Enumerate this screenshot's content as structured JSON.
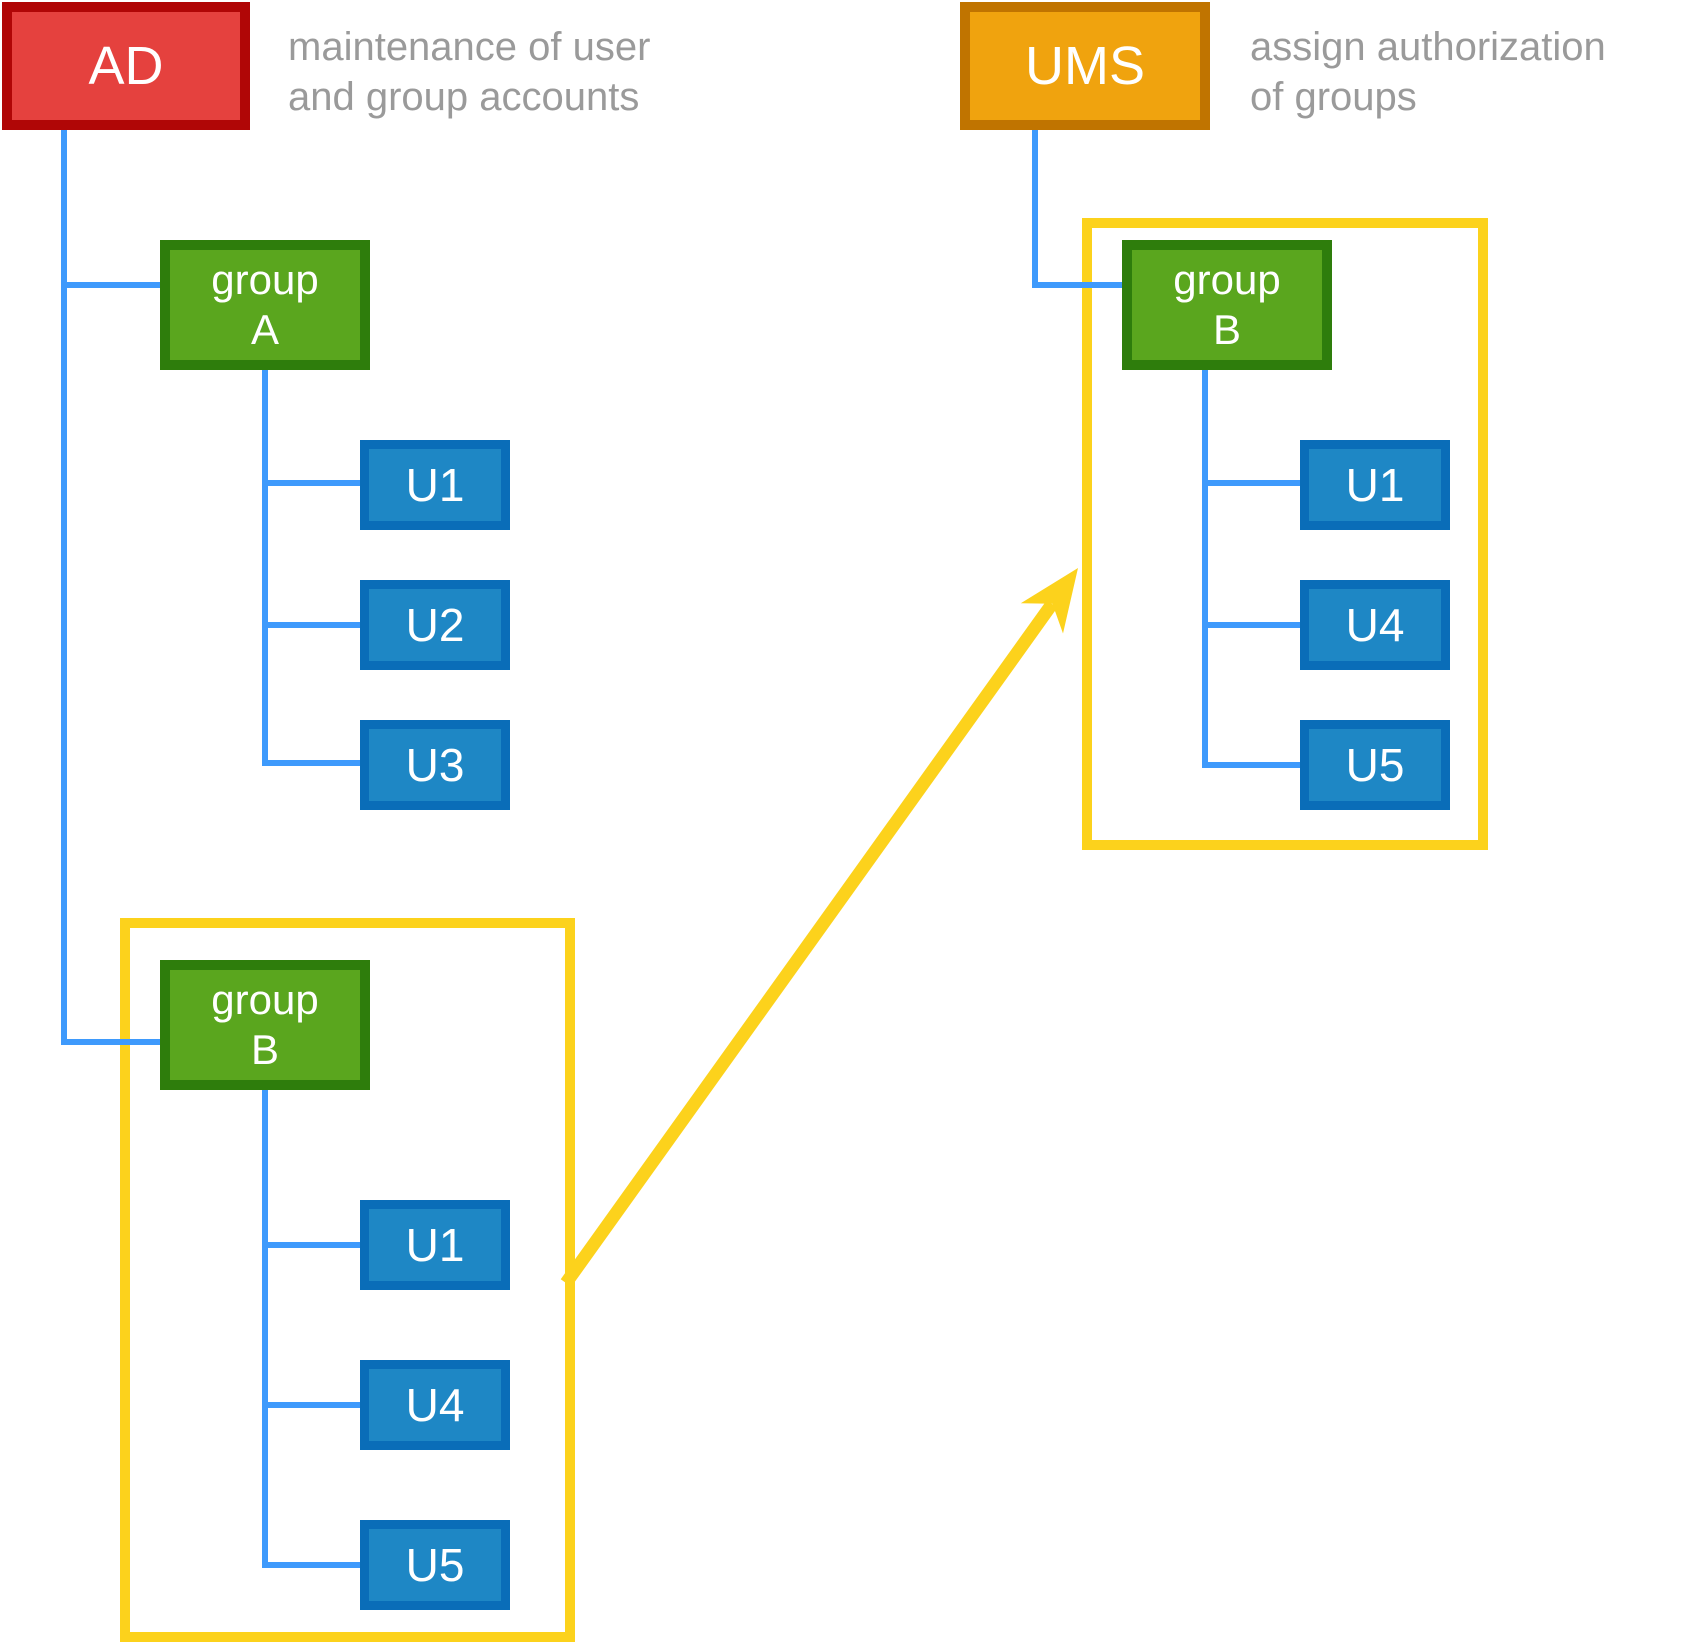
{
  "nodes": {
    "ad": {
      "label": "AD"
    },
    "ums": {
      "label": "UMS"
    },
    "group_a": {
      "line1": "group",
      "line2": "A"
    },
    "group_b_left": {
      "line1": "group",
      "line2": "B"
    },
    "group_b_right": {
      "line1": "group",
      "line2": "B"
    }
  },
  "captions": {
    "ad": {
      "line1": "maintenance of user",
      "line2": "and group accounts"
    },
    "ums": {
      "line1": "assign authorization",
      "line2": "of groups"
    }
  },
  "users": {
    "group_a": [
      "U1",
      "U2",
      "U3"
    ],
    "group_b_left": [
      "U1",
      "U4",
      "U5"
    ],
    "group_b_right": [
      "U1",
      "U4",
      "U5"
    ]
  },
  "colors": {
    "red": "#e5413e",
    "dark-red": "#b00606",
    "orange": "#f0a30e",
    "dark-orange": "#c07400",
    "green": "#5aa61e",
    "dark-green": "#2e7d0c",
    "blue": "#1e87c5",
    "dark-blue": "#0a6db8",
    "connector": "#3e9afc",
    "yellow": "#fcd21c",
    "caption-gray": "#9a9a9a"
  }
}
